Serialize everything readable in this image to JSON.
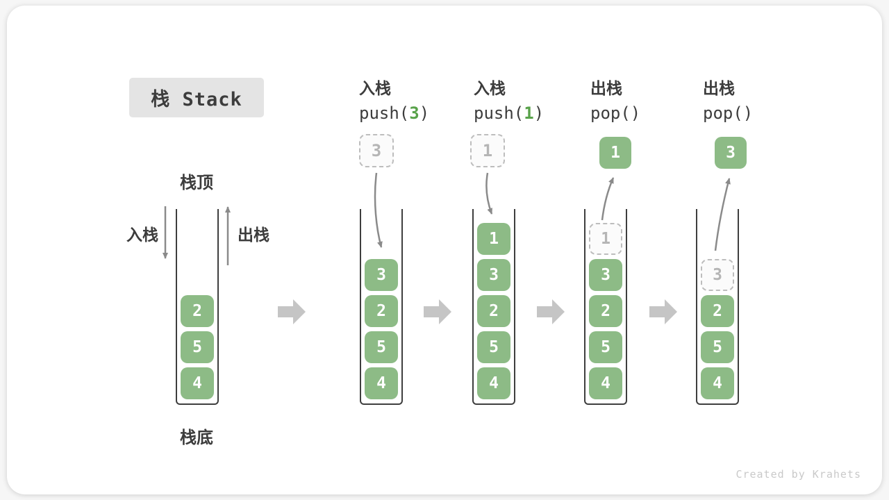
{
  "title": "栈 Stack",
  "labels": {
    "stack_top": "栈顶",
    "stack_bottom": "栈底",
    "push_side": "入栈",
    "pop_side": "出栈"
  },
  "operations": [
    {
      "cn": "入栈",
      "pre": "push(",
      "arg": "3",
      "post": ")"
    },
    {
      "cn": "入栈",
      "pre": "push(",
      "arg": "1",
      "post": ")"
    },
    {
      "cn": "出栈",
      "pre": "pop(",
      "arg": "",
      "post": ")"
    },
    {
      "cn": "出栈",
      "pre": "pop(",
      "arg": "",
      "post": ")"
    }
  ],
  "stacks": [
    {
      "name": "initial",
      "items": [
        "2",
        "5",
        "4"
      ]
    },
    {
      "name": "after-push-3",
      "items": [
        "3",
        "2",
        "5",
        "4"
      ],
      "pending": "3"
    },
    {
      "name": "after-push-1",
      "items": [
        "1",
        "3",
        "2",
        "5",
        "4"
      ],
      "pending": "1"
    },
    {
      "name": "after-pop-1",
      "items": [
        "3",
        "2",
        "5",
        "4"
      ],
      "ghost": "1",
      "popped": "1"
    },
    {
      "name": "after-pop-3",
      "items": [
        "2",
        "5",
        "4"
      ],
      "ghost": "3",
      "popped": "3"
    }
  ],
  "watermark": "Created by Krahets",
  "colors": {
    "green": "#8dbb86",
    "arg-green": "#58a24a",
    "dark": "#3c3c3c",
    "wall": "#3e3e3e",
    "gray-arrow": "#8a8a8a",
    "light-arrow": "#c5c5c5",
    "ghost-border": "#bdbdbd",
    "ghost-text": "#b5b5b5",
    "title-bg": "#e4e4e4",
    "watermark": "#c9c9c9"
  }
}
